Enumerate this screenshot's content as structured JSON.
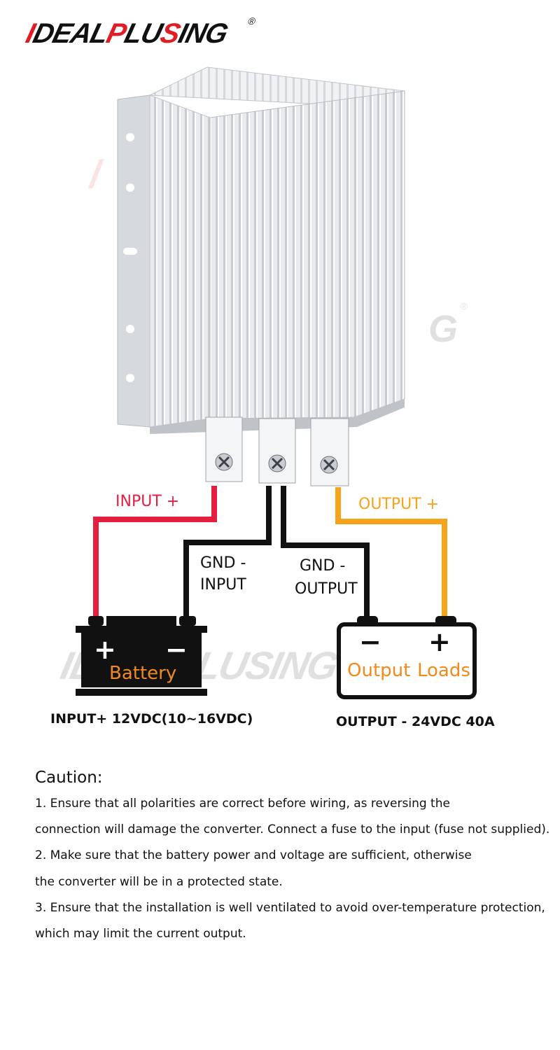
{
  "brand": {
    "logo_text": "IDEALPLUSING",
    "registered": "®",
    "accent_color": "#e01c24"
  },
  "wiring": {
    "input_positive_label": "INPUT +",
    "output_positive_label": "OUTPUT +",
    "gnd_input_label_line1": "GND -",
    "gnd_input_label_line2": "INPUT",
    "gnd_output_label_line1": "GND -",
    "gnd_output_label_line2": "OUTPUT",
    "input_wire_color": "#e41e3f",
    "output_wire_color": "#f7a21b",
    "ground_wire_color": "#111111"
  },
  "battery": {
    "label": "Battery",
    "plus": "+",
    "minus": "−",
    "spec": "INPUT+ 12VDC(10~16VDC)"
  },
  "loads": {
    "label_left": "Output",
    "label_right": "Loads",
    "plus": "+",
    "minus": "−",
    "spec": "OUTPUT - 24VDC 40A"
  },
  "caution": {
    "title": "Caution:",
    "lines": [
      "1. Ensure that all polarities are correct before wiring, as reversing the",
      "connection will damage the converter. Connect a fuse to the input (fuse not supplied).",
      "2. Make sure that the battery power and voltage are sufficient, otherwise",
      "the converter will be in a protected state.",
      "3. Ensure that the installation is well ventilated to avoid over-temperature protection,",
      "which may limit the current output."
    ]
  }
}
